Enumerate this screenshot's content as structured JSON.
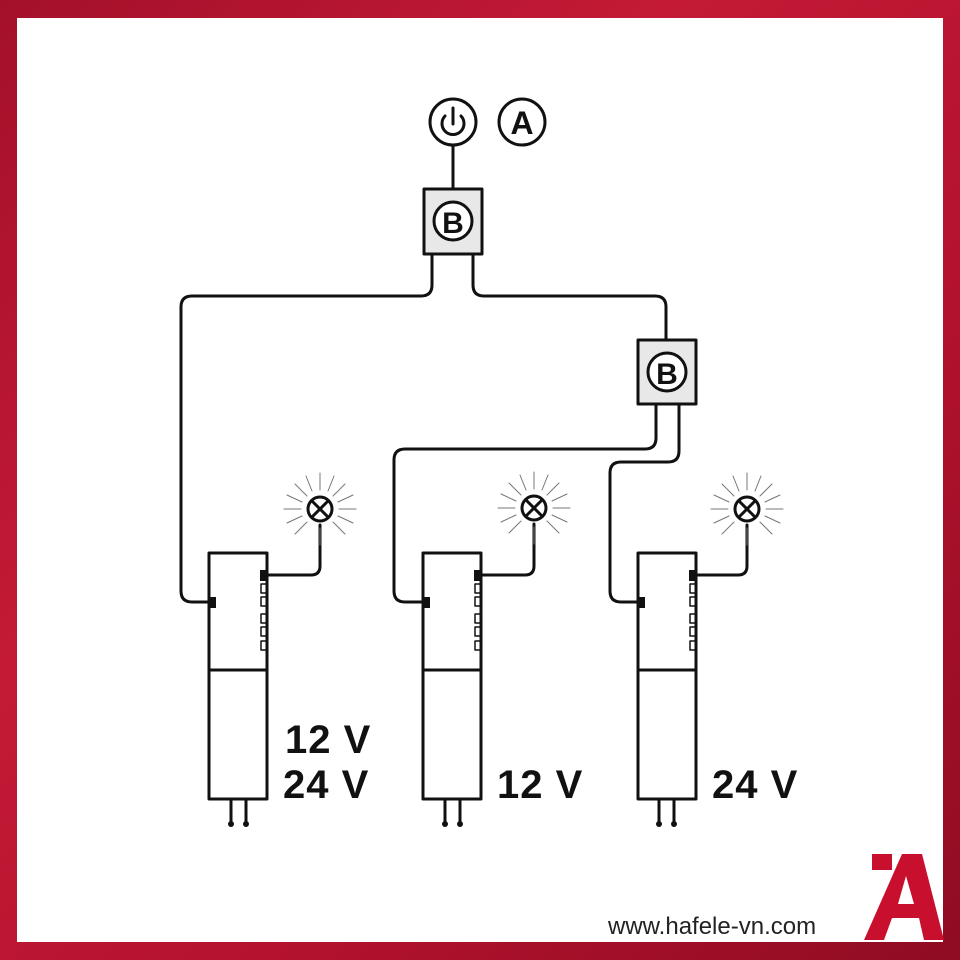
{
  "labels": {
    "circle_a": "A",
    "box_b_top": "B",
    "box_b_right": "B"
  },
  "voltages": {
    "left": [
      "12 V",
      "24 V"
    ],
    "middle": "12 V",
    "right": "24 V"
  },
  "website": "www.hafele-vn.com",
  "icons": {
    "power": "power-icon",
    "light": "light-bulb-icon",
    "logo": "hafele-logo"
  },
  "colors": {
    "frame": "#b3122d",
    "box_fill": "#e8e8e8",
    "line": "#111111"
  }
}
